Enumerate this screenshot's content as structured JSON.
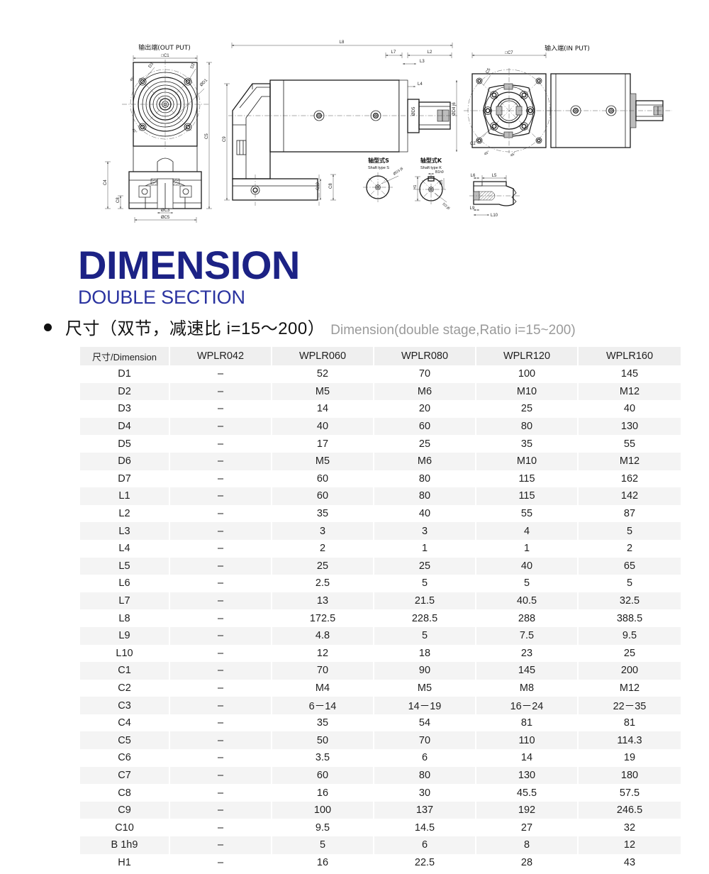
{
  "drawing": {
    "views": {
      "output_end": {
        "label_cn": "输出端",
        "label_en": "(OUT PUT)",
        "dims": [
          "□C1",
          "D3",
          "D2",
          "ØD1",
          "C5",
          "C4",
          "C8",
          "ØC3",
          "ØC5",
          "45°",
          "45°"
        ]
      },
      "side_view": {
        "dims": [
          "L8",
          "L7",
          "L2",
          "L3",
          "L4",
          "ØD5",
          "ØD4 j6",
          "C9",
          "C10",
          "C8"
        ]
      },
      "input_end": {
        "label_cn": "输入端",
        "label_en": "(IN PUT)",
        "dims": [
          "□C7",
          "C5",
          "C2",
          "45°",
          "45°"
        ]
      },
      "keyway_detail": {
        "dims": [
          "L6",
          "L5",
          "L9",
          "L10"
        ]
      },
      "shaft_type_s": {
        "label_cn": "轴型式S",
        "label_en": "Shaft type S",
        "dims": [
          "ØD3 j6"
        ]
      },
      "shaft_type_k": {
        "label_cn": "轴型式K",
        "label_en": "Shaft type K",
        "dims": [
          "B1h9",
          "D5",
          "H1",
          "D3 j6"
        ]
      }
    }
  },
  "title": {
    "main": "DIMENSION",
    "sub": "DOUBLE SECTION",
    "accent_color": "#1c2285"
  },
  "caption": {
    "chinese": "尺寸（双节，减速比 i=15～200）",
    "english": "Dimension(double stage,Ratio i=15~200)"
  },
  "table": {
    "headers": [
      "尺寸/Dimension",
      "WPLR042",
      "WPLR060",
      "WPLR080",
      "WPLR120",
      "WPLR160"
    ],
    "rows": [
      {
        "name": "D1",
        "values": [
          "–",
          "52",
          "70",
          "100",
          "145"
        ]
      },
      {
        "name": "D2",
        "values": [
          "–",
          "M5",
          "M6",
          "M10",
          "M12"
        ]
      },
      {
        "name": "D3",
        "values": [
          "–",
          "14",
          "20",
          "25",
          "40"
        ]
      },
      {
        "name": "D4",
        "values": [
          "–",
          "40",
          "60",
          "80",
          "130"
        ]
      },
      {
        "name": "D5",
        "values": [
          "–",
          "17",
          "25",
          "35",
          "55"
        ]
      },
      {
        "name": "D6",
        "values": [
          "–",
          "M5",
          "M6",
          "M10",
          "M12"
        ]
      },
      {
        "name": "D7",
        "values": [
          "–",
          "60",
          "80",
          "115",
          "162"
        ]
      },
      {
        "name": "L1",
        "values": [
          "–",
          "60",
          "80",
          "115",
          "142"
        ]
      },
      {
        "name": "L2",
        "values": [
          "–",
          "35",
          "40",
          "55",
          "87"
        ]
      },
      {
        "name": "L3",
        "values": [
          "–",
          "3",
          "3",
          "4",
          "5"
        ]
      },
      {
        "name": "L4",
        "values": [
          "–",
          "2",
          "1",
          "1",
          "2"
        ]
      },
      {
        "name": "L5",
        "values": [
          "–",
          "25",
          "25",
          "40",
          "65"
        ]
      },
      {
        "name": "L6",
        "values": [
          "–",
          "2.5",
          "5",
          "5",
          "5"
        ]
      },
      {
        "name": "L7",
        "values": [
          "–",
          "13",
          "21.5",
          "40.5",
          "32.5"
        ]
      },
      {
        "name": "L8",
        "values": [
          "–",
          "172.5",
          "228.5",
          "288",
          "388.5"
        ]
      },
      {
        "name": "L9",
        "values": [
          "–",
          "4.8",
          "5",
          "7.5",
          "9.5"
        ]
      },
      {
        "name": "L10",
        "values": [
          "–",
          "12",
          "18",
          "23",
          "25"
        ]
      },
      {
        "name": "C1",
        "values": [
          "–",
          "70",
          "90",
          "145",
          "200"
        ]
      },
      {
        "name": "C2",
        "values": [
          "–",
          "M4",
          "M5",
          "M8",
          "M12"
        ]
      },
      {
        "name": "C3",
        "values": [
          "–",
          "6－14",
          "14－19",
          "16－24",
          "22－35"
        ]
      },
      {
        "name": "C4",
        "values": [
          "–",
          "35",
          "54",
          "81",
          "81"
        ]
      },
      {
        "name": "C5",
        "values": [
          "–",
          "50",
          "70",
          "110",
          "114.3"
        ]
      },
      {
        "name": "C6",
        "values": [
          "–",
          "3.5",
          "6",
          "14",
          "19"
        ]
      },
      {
        "name": "C7",
        "values": [
          "–",
          "60",
          "80",
          "130",
          "180"
        ]
      },
      {
        "name": "C8",
        "values": [
          "–",
          "16",
          "30",
          "45.5",
          "57.5"
        ]
      },
      {
        "name": "C9",
        "values": [
          "–",
          "100",
          "137",
          "192",
          "246.5"
        ]
      },
      {
        "name": "C10",
        "values": [
          "–",
          "9.5",
          "14.5",
          "27",
          "32"
        ]
      },
      {
        "name": "B 1h9",
        "values": [
          "–",
          "5",
          "6",
          "8",
          "12"
        ]
      },
      {
        "name": "H1",
        "values": [
          "–",
          "16",
          "22.5",
          "28",
          "43"
        ]
      }
    ]
  }
}
